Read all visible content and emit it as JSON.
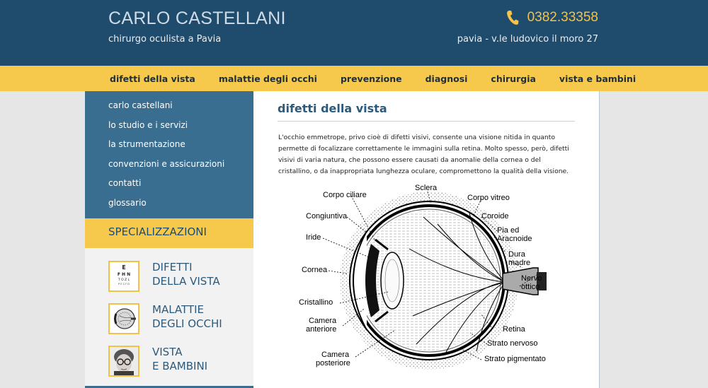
{
  "header": {
    "title": "CARLO CASTELLANI",
    "subtitle": "chirurgo oculista a Pavia",
    "phone": "0382.33358",
    "phone_icon": "phone-icon",
    "address": "pavia - v.le ludovico il moro 27"
  },
  "nav": {
    "items": [
      {
        "label": "difetti della vista"
      },
      {
        "label": "malattie degli occhi"
      },
      {
        "label": "prevenzione"
      },
      {
        "label": "diagnosi"
      },
      {
        "label": "chirurgia"
      },
      {
        "label": "vista e bambini"
      }
    ]
  },
  "sidebar": {
    "menu": [
      {
        "label": "carlo castellani"
      },
      {
        "label": "lo studio e i servizi"
      },
      {
        "label": "la strumentazione"
      },
      {
        "label": "convenzioni e assicurazioni"
      },
      {
        "label": "contatti"
      },
      {
        "label": "glossario"
      }
    ],
    "specializations_title": "SPECIALIZZAZIONI",
    "specializations": [
      {
        "line1": "DIFETTI",
        "line2": "DELLA VISTA",
        "icon": "eye-chart-icon"
      },
      {
        "line1": "MALATTIE",
        "line2": "DEGLI OCCHI",
        "icon": "eyeball-icon"
      },
      {
        "line1": "VISTA",
        "line2": "E BAMBINI",
        "icon": "child-glasses-icon"
      }
    ]
  },
  "content": {
    "title": "difetti della vista",
    "intro": "L'occhio emmetrope, privo cioè di difetti visivi, consente una visione nitida in quanto permette di focalizzare correttamente le immagini sulla retina. Molto spesso, però, difetti visivi di varia natura, che possono essere causati da anomalie della cornea o del cristallino, o da inappropriata lunghezza oculare, compromettono la qualità della visione.",
    "diagram_labels": {
      "corpo_ciliare": "Corpo ciliare",
      "sclera": "Sclera",
      "corpo_vitreo": "Corpo vitreo",
      "congiuntiva": "Congiuntiva",
      "coroide": "Coroide",
      "pia_1": "Pia ed",
      "pia_2": "Aracnoide",
      "iride": "Iride",
      "dura_1": "Dura",
      "dura_2": "madre",
      "cornea": "Cornea",
      "nervo_1": "Nervo",
      "nervo_2": "ottico",
      "cristallino": "Cristallino",
      "camera_ant_1": "Camera",
      "camera_ant_2": "anteriore",
      "retina": "Retina",
      "strato_nervoso": "Strato nervoso",
      "camera_post_1": "Camera",
      "camera_post_2": "posteriore",
      "strato_pigmentato": "Strato pigmentato"
    }
  },
  "colors": {
    "header_bg": "#1f4b6c",
    "accent_yellow": "#f6c94d",
    "sidebar_blue": "#3a6e91",
    "title_blue": "#2c5a7c"
  }
}
